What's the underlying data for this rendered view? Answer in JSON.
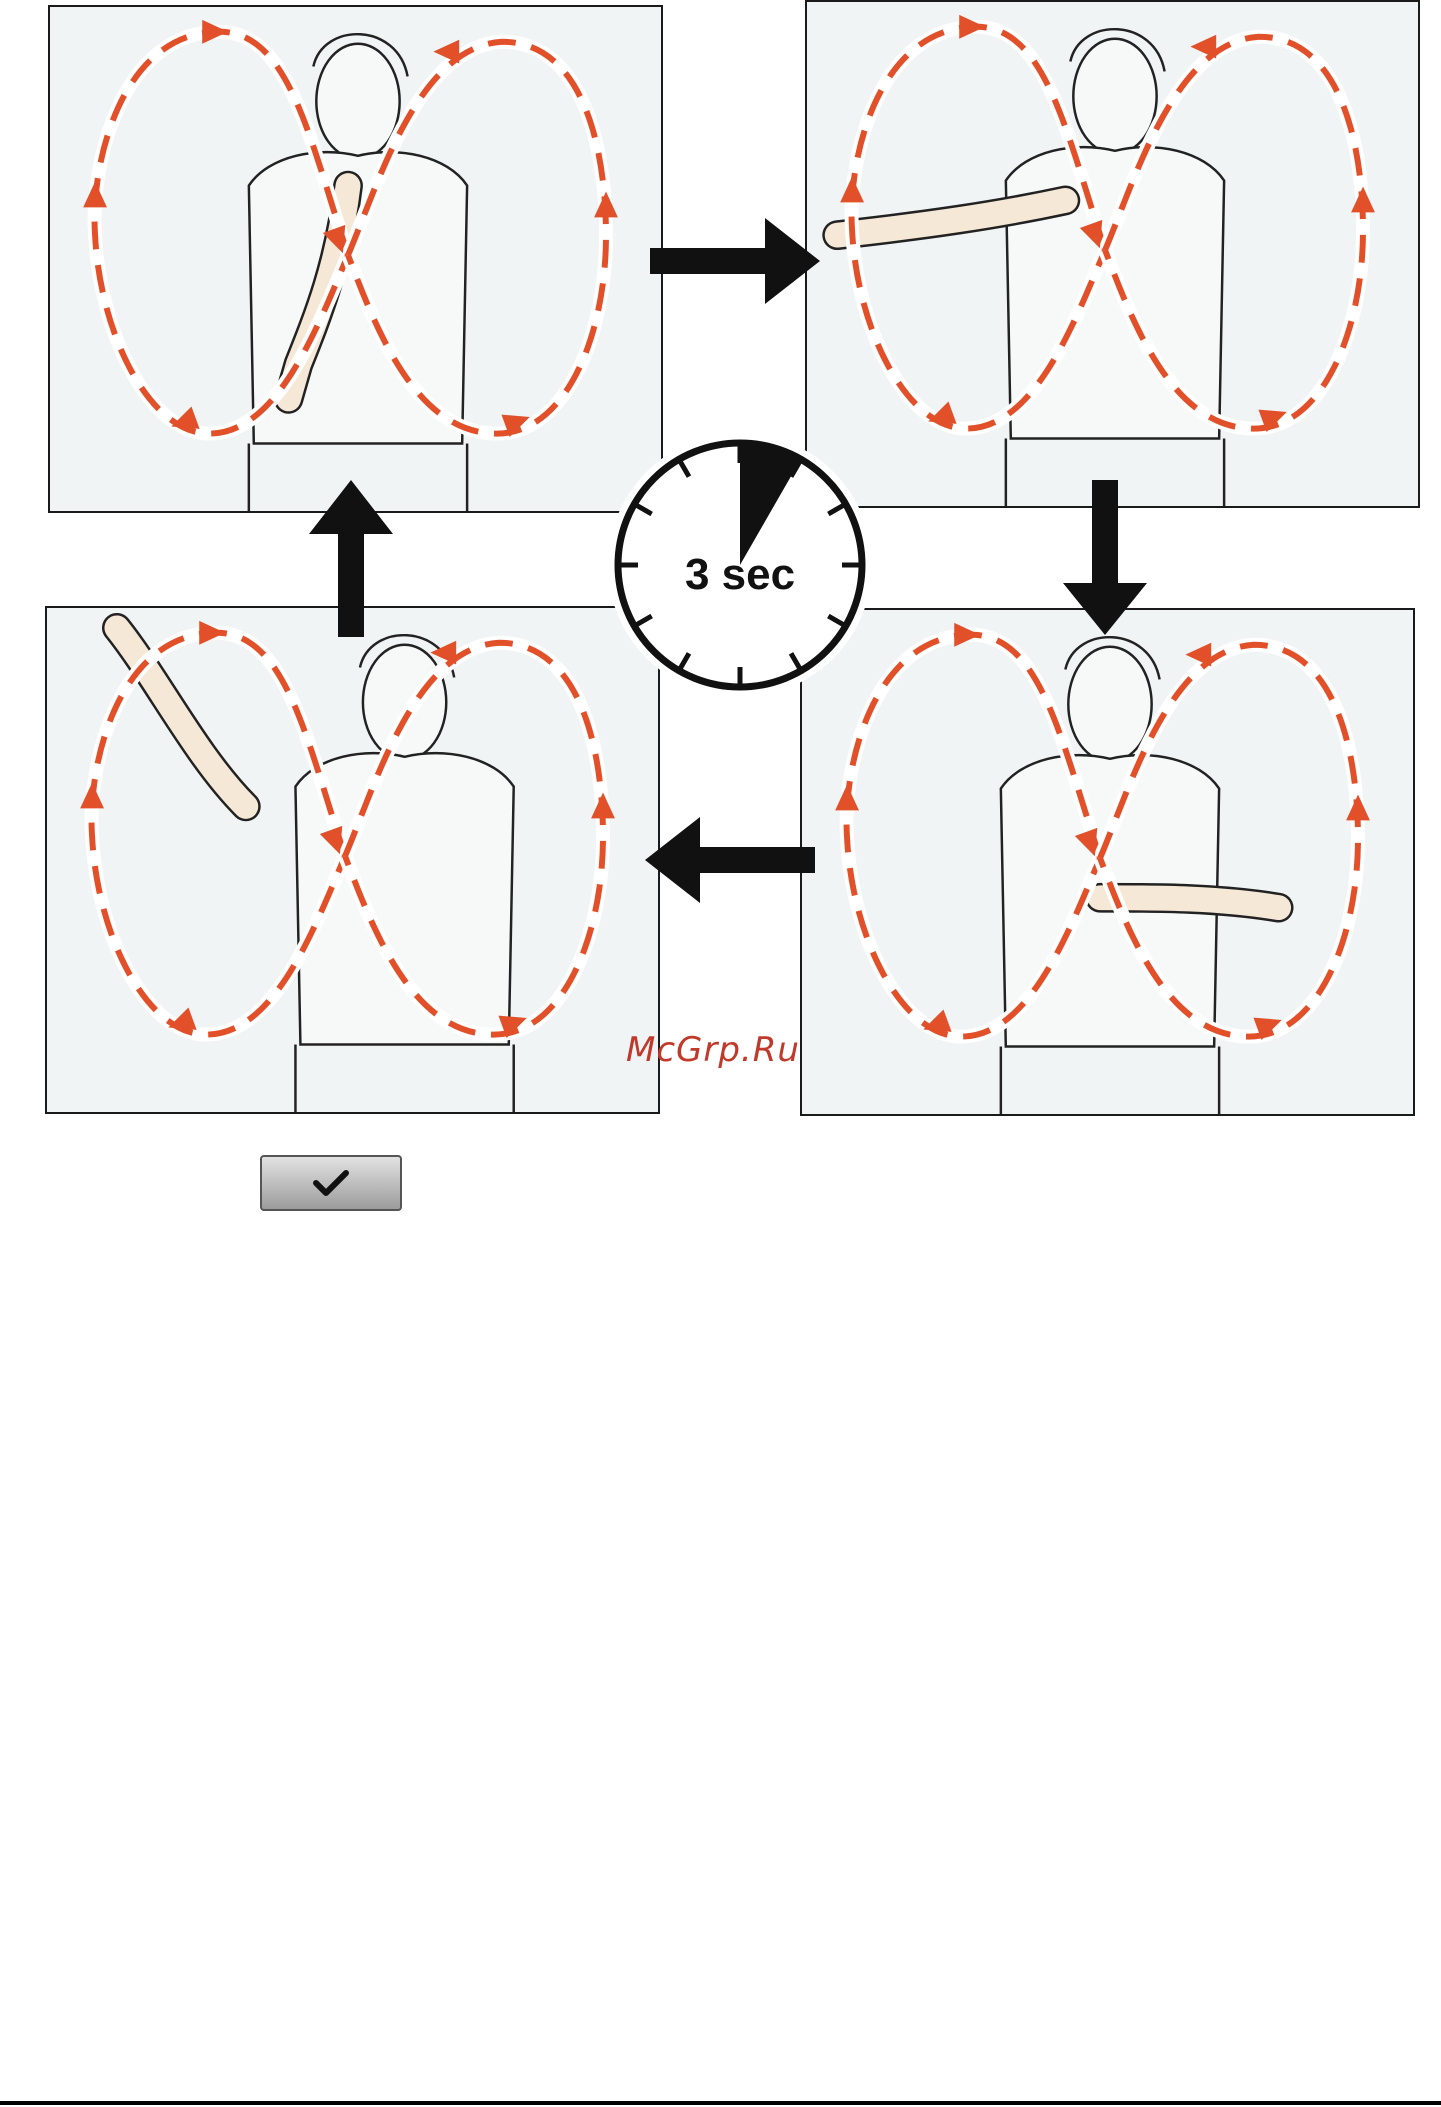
{
  "timer": {
    "label": "3 sec",
    "elapsed_fraction": 0.083
  },
  "watermark": {
    "text": "McGrp.Ru"
  },
  "ok_button": {
    "icon": "checkmark-icon"
  },
  "colors": {
    "motion_path": "#e2502a",
    "panel_bg": "#f0f4f5",
    "frame": "#1a1a1a"
  },
  "panels": [
    {
      "pose": "arm-forward-down"
    },
    {
      "pose": "arm-pointing-left"
    },
    {
      "pose": "arm-raised-up-left"
    },
    {
      "pose": "arm-forward-right"
    }
  ]
}
